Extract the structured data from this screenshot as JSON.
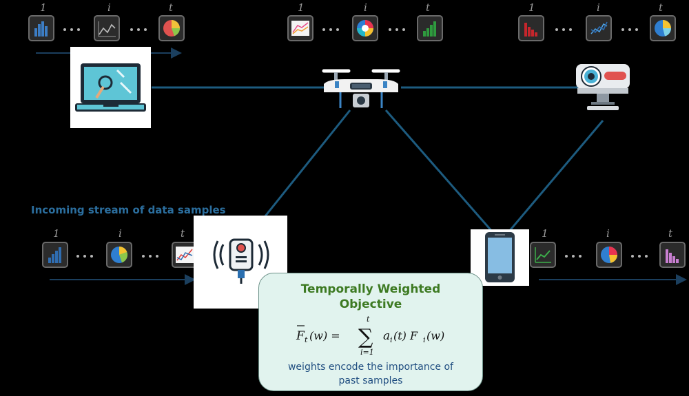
{
  "stream_label": "Incoming stream of data samples",
  "index_labels": {
    "first": "1",
    "middle": "i",
    "last": "t"
  },
  "objective": {
    "title": "Temporally Weighted Objective",
    "formula_lhs": "F",
    "formula_sub_t": "t",
    "formula_arg": "(w) =",
    "sum_top": "t",
    "sum_bottom": "i=1",
    "formula_rhs_a": "a",
    "formula_rhs_i": "i",
    "formula_rhs_t": "(t) F",
    "formula_rhs_w": "(w)",
    "caption": "weights encode the importance of past samples"
  },
  "colors": {
    "link": "#1d5b7f",
    "arrow": "#1b3f5e",
    "tile_border": "#6a6a6a",
    "tile_fill": "#2b2b2b",
    "title_green": "#3d7a22",
    "caption_blue": "#1f4d80",
    "stream_label": "#2b6e9e"
  },
  "devices": [
    "laptop-icon",
    "drone-icon",
    "projector-icon",
    "sensor-icon",
    "smartphone-icon"
  ],
  "streams": [
    {
      "name": "laptop-stream",
      "tiles": [
        "bar-chart-icon",
        "line-chart-icon",
        "pie-chart-icon"
      ]
    },
    {
      "name": "drone-stream",
      "tiles": [
        "line-chart-icon",
        "donut-chart-icon",
        "bar-chart-icon"
      ]
    },
    {
      "name": "projector-stream",
      "tiles": [
        "bar-chart-icon",
        "line-chart-icon",
        "pie-chart-icon"
      ]
    },
    {
      "name": "sensor-stream",
      "tiles": [
        "bar-chart-icon",
        "pie-chart-icon",
        "line-chart-icon"
      ]
    },
    {
      "name": "phone-stream",
      "tiles": [
        "line-chart-icon",
        "pie-chart-icon",
        "bar-chart-icon"
      ]
    }
  ]
}
